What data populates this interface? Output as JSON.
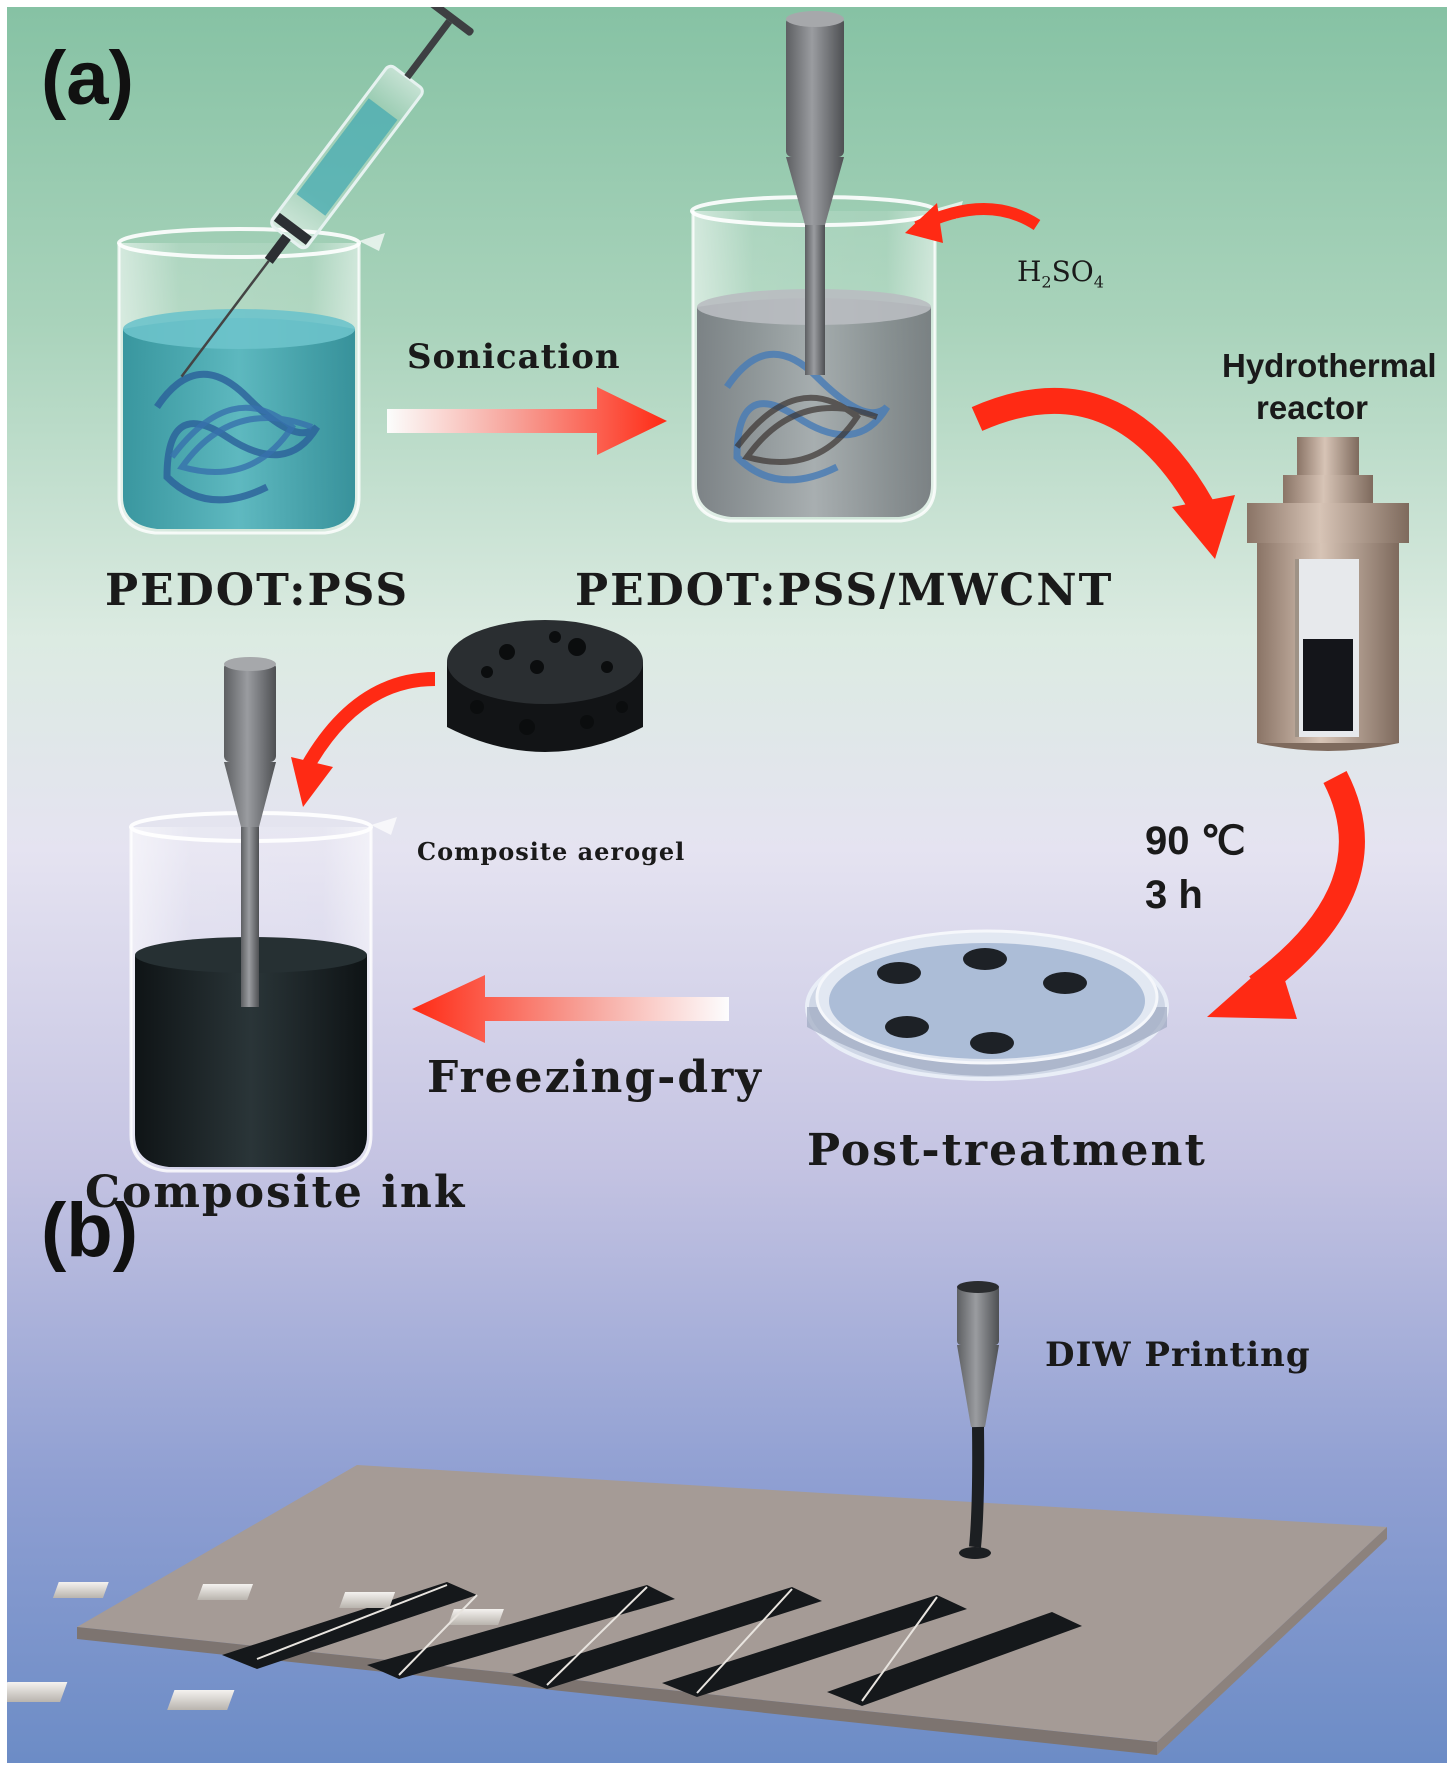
{
  "panels": {
    "a": "(a)",
    "b": "(b)"
  },
  "labels": {
    "pedot_pss": "PEDOT:PSS",
    "pedot_pss_mwcnt": "PEDOT:PSS/MWCNT",
    "sonication": "Sonication",
    "h2so4_main": "H",
    "h2so4_sub1": "2",
    "h2so4_mid": "SO",
    "h2so4_sub2": "4",
    "hydrothermal_reactor": "Hydrothermal\nreactor",
    "temperature": "90 ℃",
    "duration": "3 h",
    "composite_aerogel": "Composite aerogel",
    "freezing_dry": "Freezing-dry",
    "post_treatment": "Post-treatment",
    "composite_ink": "Composite ink",
    "diw_printing": "DIW Printing"
  },
  "colors": {
    "arrow": "#ff2a14",
    "pedot_solution": "#3fa3ad",
    "mwcnt_solution": "#8a8f95",
    "ink": "#14191c",
    "substrate": "#a59b96"
  },
  "icons": {
    "syringe": "syringe-icon",
    "sonicator": "sonicator-probe-icon",
    "reactor": "hydrothermal-reactor-icon",
    "petri": "petri-dish-icon",
    "aerogel": "aerogel-icon",
    "nozzle": "printing-nozzle-icon"
  }
}
